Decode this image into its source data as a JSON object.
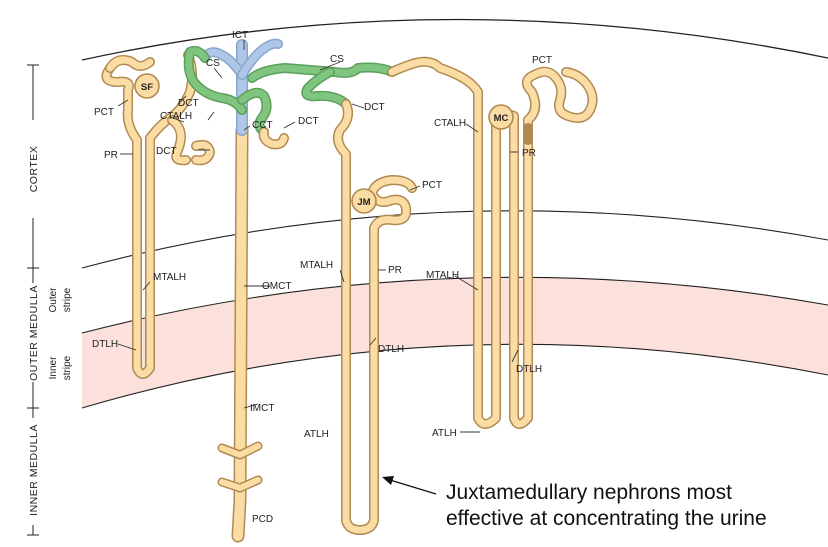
{
  "colors": {
    "tubule_fill": "#fbdca4",
    "tubule_edge": "#b08a50",
    "connecting": "#7fc57f",
    "collecting": "#aec6e8",
    "inner_stripe": "#fbe0dc"
  },
  "zones": {
    "cortex": "CORTEX",
    "outer_medulla": "OUTER MEDULLA",
    "inner_medulla": "INNER MEDULLA",
    "outer_stripe": [
      "Outer",
      "stripe"
    ],
    "inner_stripe": [
      "Inner",
      "stripe"
    ]
  },
  "circle_labels": {
    "sf": "SF",
    "mc": "MC",
    "jm": "JM"
  },
  "labels": {
    "ict": "ICT",
    "cs_left": "CS",
    "cs_right": "CS",
    "pct_left": "PCT",
    "pct_right": "PCT",
    "pct_jm": "PCT",
    "dct_1": "DCT",
    "ctalh_1": "CTALH",
    "dct_2": "DCT",
    "cct": "CCT",
    "dct_3": "DCT",
    "dct_4": "DCT",
    "ctalh_2": "CTALH",
    "pr_1": "PR",
    "pr_2": "PR",
    "pr_3": "PR",
    "mtalh_1": "MTALH",
    "omct": "OMCT",
    "mtalh_2": "MTALH",
    "mtalh_3": "MTALH",
    "dtlh_1": "DTLH",
    "dtlh_2": "DTLH",
    "dtlh_3": "DTLH",
    "imct": "IMCT",
    "atlh_1": "ATLH",
    "atlh_2": "ATLH",
    "pcd": "PCD"
  },
  "caption": {
    "line1": "Juxtamedullary nephrons most",
    "line2": "effective at concentrating the urine"
  }
}
